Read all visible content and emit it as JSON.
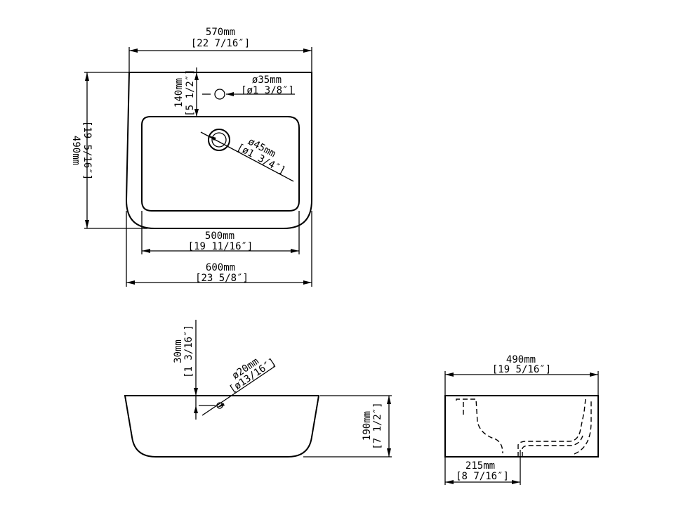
{
  "top_view": {
    "width_top": {
      "mm": "570mm",
      "inch": "[22 7/16″]"
    },
    "depth": {
      "mm": "490mm",
      "inch": "[19 5/16″]"
    },
    "tap_offset": {
      "mm": "140mm",
      "inch": "[5 1/2″]"
    },
    "tap_hole": {
      "mm": "ø35mm",
      "inch": "[ø1 3/8″]"
    },
    "drain_hole": {
      "mm": "ø45mm",
      "inch": "[ø1 3/4″]"
    },
    "inner_width": {
      "mm": "500mm",
      "inch": "[19 11/16″]"
    },
    "width_overall": {
      "mm": "600mm",
      "inch": "[23 5/8″]"
    }
  },
  "front_view": {
    "overflow_offset": {
      "mm": "30mm",
      "inch": "[1 3/16″]"
    },
    "overflow_hole": {
      "mm": "ø20mm",
      "inch": "[ø13/16″]"
    },
    "height": {
      "mm": "190mm",
      "inch": "[7 1/2″]"
    }
  },
  "side_view": {
    "depth": {
      "mm": "490mm",
      "inch": "[19 5/16″]"
    },
    "drain_offset": {
      "mm": "215mm",
      "inch": "[8 7/16″]"
    }
  }
}
